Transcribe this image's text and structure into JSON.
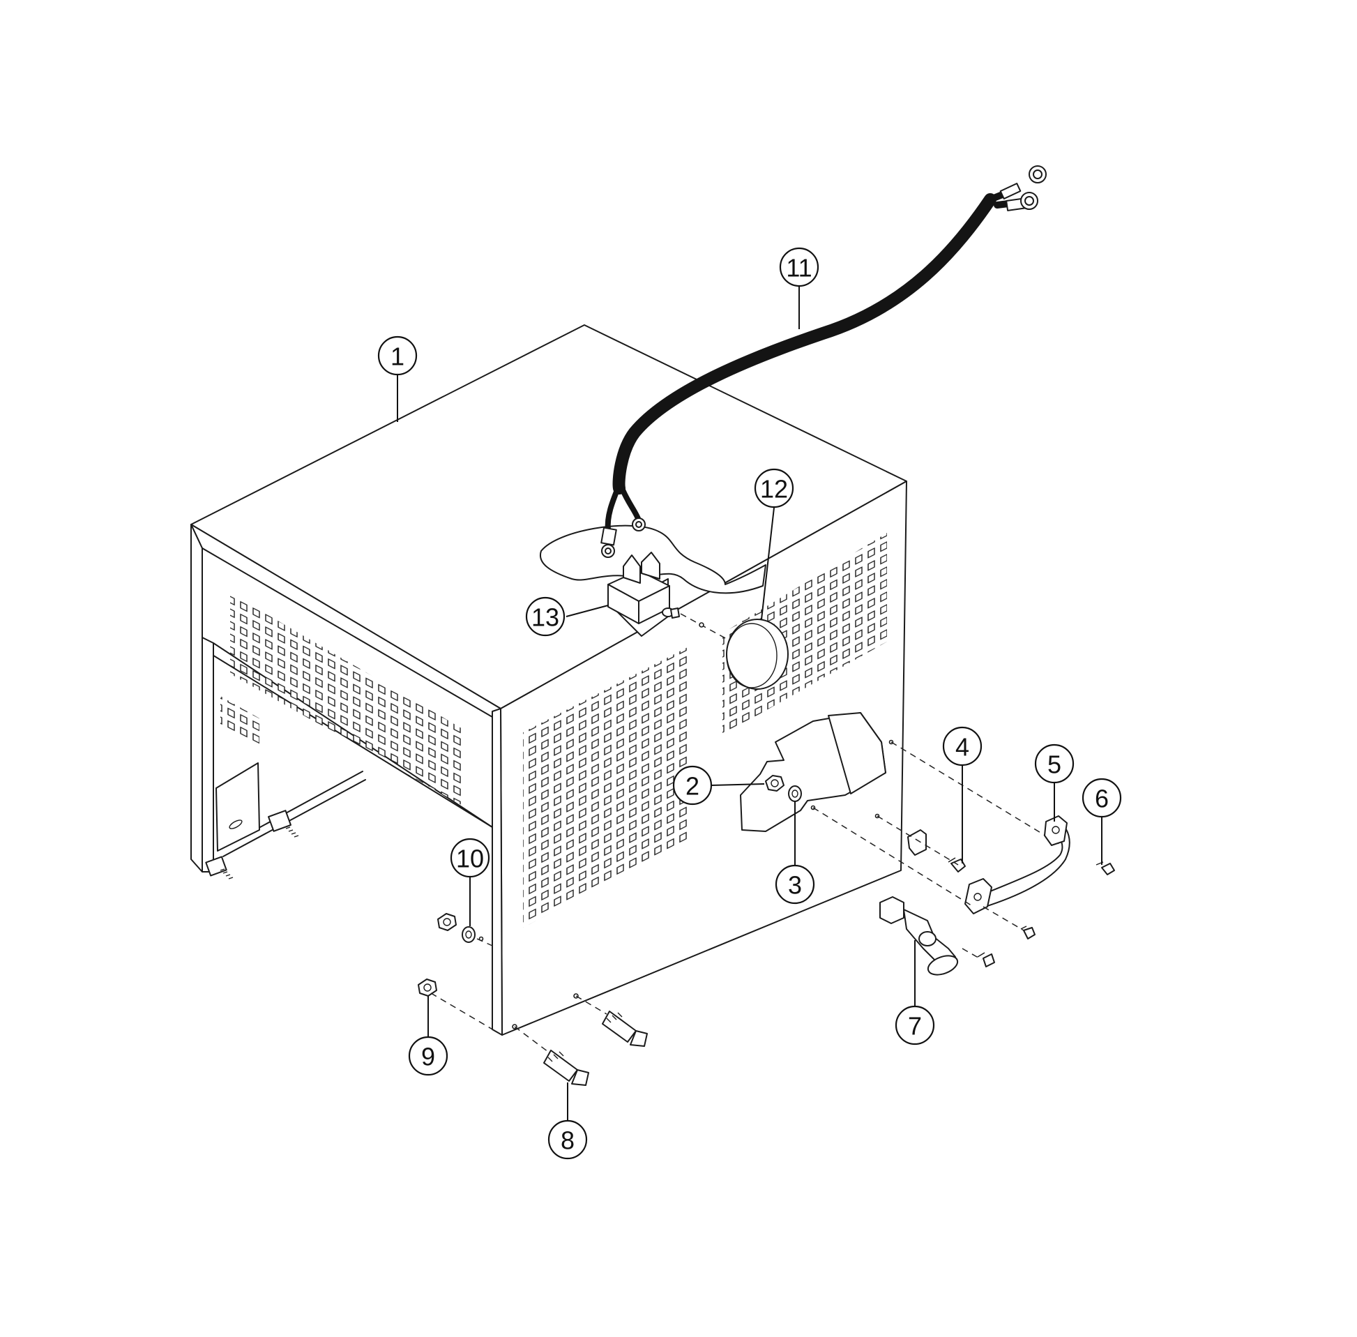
{
  "diagram": {
    "callouts": [
      "1",
      "2",
      "3",
      "4",
      "5",
      "6",
      "7",
      "8",
      "9",
      "10",
      "11",
      "12",
      "13"
    ]
  },
  "colors": {
    "line": "#1a1a1a",
    "cable": "#141414",
    "background": "#ffffff"
  },
  "parts": [
    "cabinet-enclosure",
    "nut",
    "washer",
    "screw",
    "handle",
    "screw",
    "latch",
    "bolt",
    "nut",
    "washer",
    "cable-assembly",
    "cover-plug",
    "terminal-block"
  ]
}
